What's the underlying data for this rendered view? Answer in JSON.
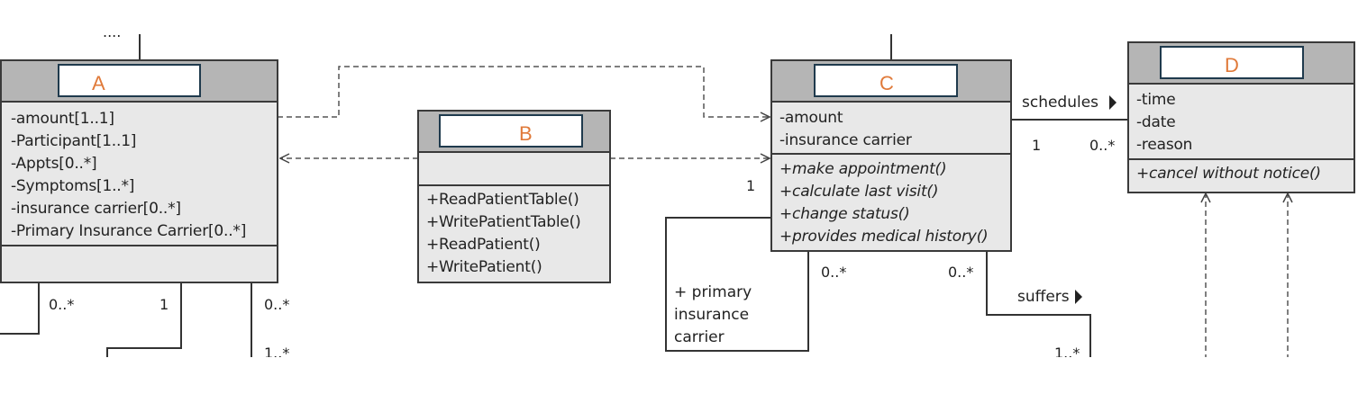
{
  "diagram": {
    "ellipsis": "....",
    "classes": {
      "A": {
        "name": "A",
        "attributes": [
          "-amount[1..1]",
          "-Participant[1..1]",
          "-Appts[0..*]",
          "-Symptoms[1..*]",
          "-insurance carrier[0..*]",
          "-Primary Insurance Carrier[0..*]"
        ]
      },
      "B": {
        "name": "B",
        "operations": [
          "+ReadPatientTable()",
          "+WritePatientTable()",
          "+ReadPatient()",
          "+WritePatient()"
        ]
      },
      "C": {
        "name": "C",
        "attributes": [
          "-amount",
          "-insurance carrier"
        ],
        "operations": [
          "+make appointment()",
          "+calculate last visit()",
          "+change status()",
          "+provides medical history()"
        ]
      },
      "D": {
        "name": "D",
        "attributes": [
          "-time",
          "-date",
          "-reason"
        ],
        "operations": [
          "+cancel without notice()"
        ]
      }
    },
    "associations": {
      "schedules": "schedules",
      "suffers": "suffers",
      "primary_insurance": [
        "+ primary",
        "insurance",
        "carrier"
      ]
    },
    "multiplicities": {
      "cd_left": "1",
      "cd_right": "0..*",
      "c_left": "1",
      "c_bottom_left": "0..*",
      "c_bottom_right": "0..*",
      "a_bottom_left": "0..*",
      "a_bottom_mid": "1",
      "a_bottom_right": "0..*",
      "a_bottom_right_lower": "1..*",
      "suffers_end": "1..*"
    }
  }
}
